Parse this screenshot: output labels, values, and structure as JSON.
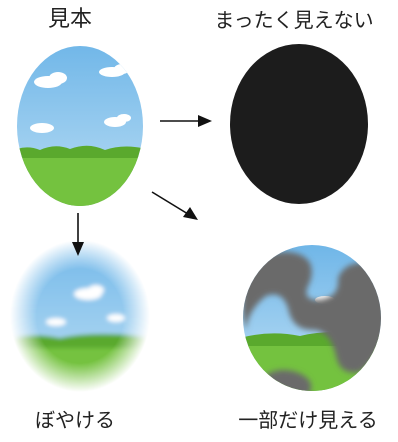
{
  "labels": {
    "sample": "見本",
    "blind": "まったく見えない",
    "blur": "ぼやける",
    "partial": "一部だけ見える"
  },
  "colors": {
    "sky_top": "#6fb6e8",
    "sky_bottom": "#bfe0f5",
    "grass": "#6fbf3a",
    "grass_dark": "#55a528",
    "cloud": "#ffffff",
    "blind_fill": "#1c1c1c",
    "shadow": "#6a6a6a",
    "arrow": "#111111"
  }
}
